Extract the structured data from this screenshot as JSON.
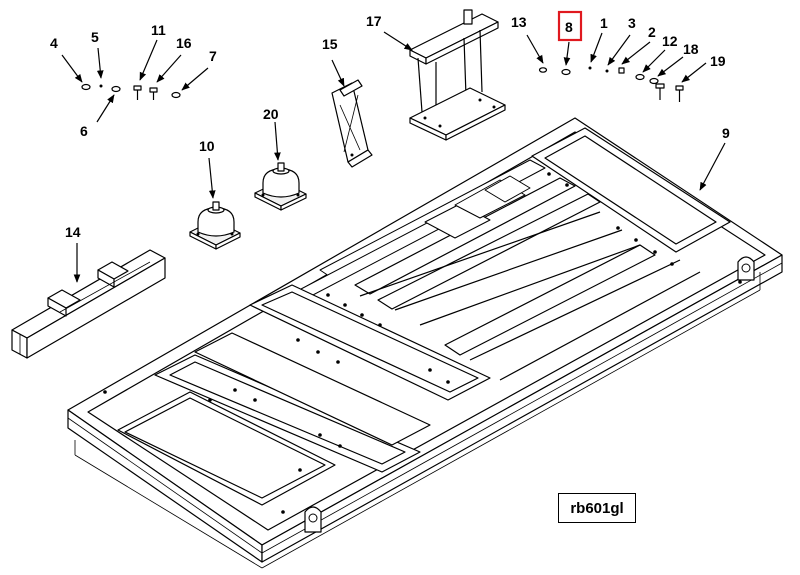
{
  "figure_ref": "rb601gl",
  "highlight_color": "#e0191f",
  "highlighted_callout": "8",
  "callouts": {
    "c1": "1",
    "c2": "2",
    "c3": "3",
    "c4": "4",
    "c5": "5",
    "c6": "6",
    "c7": "7",
    "c8": "8",
    "c9": "9",
    "c10": "10",
    "c11": "11",
    "c12": "12",
    "c13": "13",
    "c14": "14",
    "c15": "15",
    "c16": "16",
    "c17": "17",
    "c18": "18",
    "c19": "19",
    "c20": "20"
  }
}
